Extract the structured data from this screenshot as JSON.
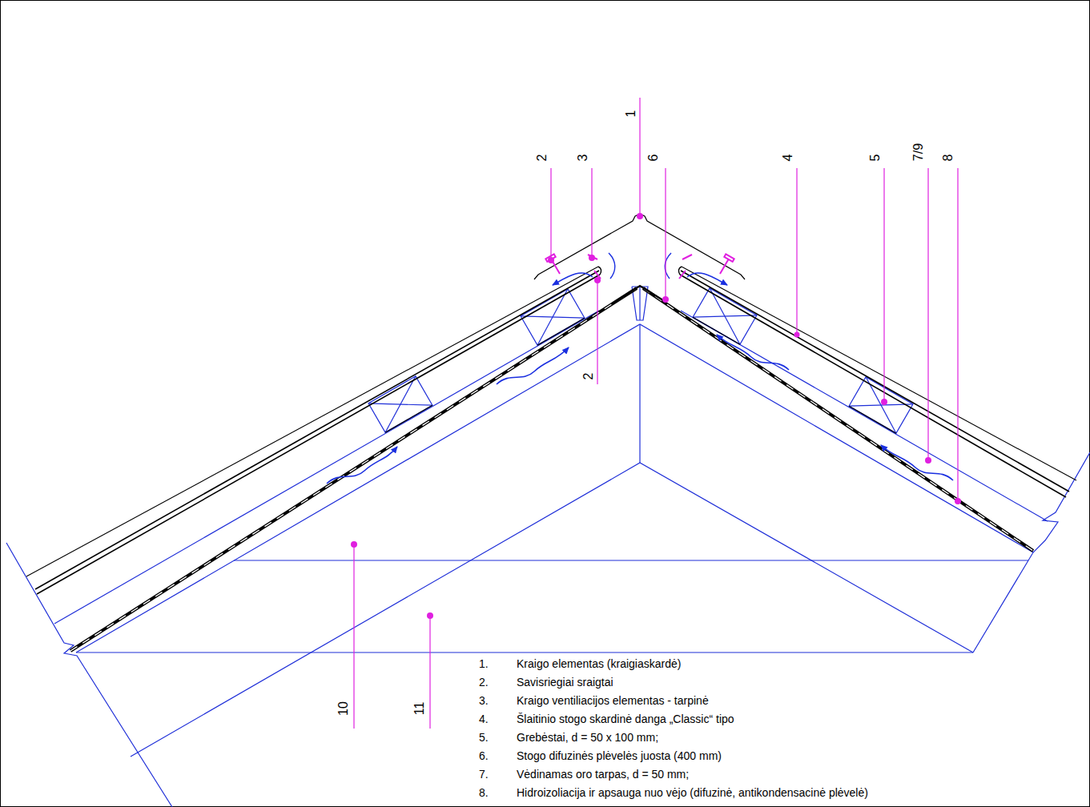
{
  "diagram": {
    "labels": [
      "1",
      "2",
      "3",
      "6",
      "4",
      "5",
      "7/9",
      "8",
      "2",
      "10",
      "11",
      "1.",
      "Kraigo elementas (kraigiaskardė)",
      "2.",
      "Savisriegiai sraigtai",
      "3.",
      "Kraigo ventiliacijos elementas - tarpinė",
      "4.",
      "Šlaitinio stogo skardinė danga „Classic“ tipo",
      "5.",
      "Grebėstai, d = 50 x 100 mm;",
      "6.",
      "Stogo difuzinės plėvelės juosta (400 mm)",
      "7.",
      "Vėdinamas oro tarpas, d = 50 mm;",
      "8.",
      "Hidroizoliacija ir apsauga nuo vėjo (difuzinė, antikondensacinė plėvelė)"
    ]
  }
}
